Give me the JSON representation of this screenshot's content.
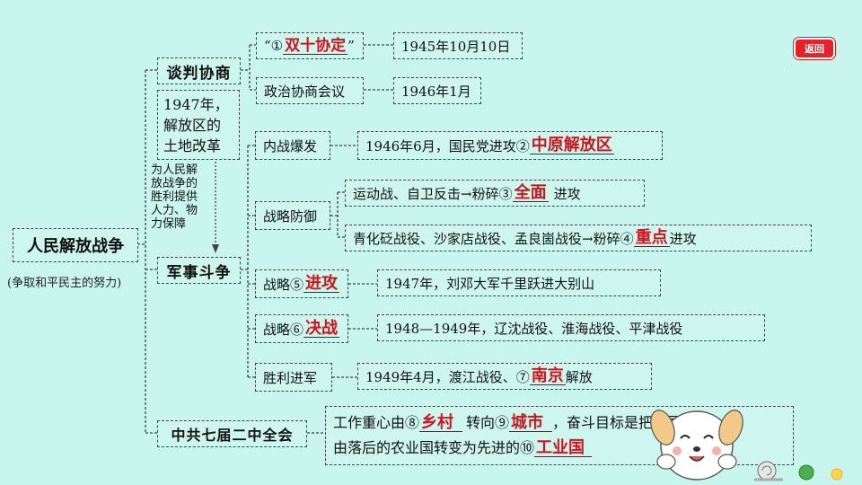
{
  "root": {
    "title": "人民解放战争",
    "subtitle": "(争取和平民主的努力)"
  },
  "back_button": "返回",
  "branches": {
    "negotiation": "谈判协商",
    "land_reform": "1947年，解放区的土地改革",
    "land_reform_lines": [
      "1947年，",
      "解放区的",
      "土地改革"
    ],
    "support_note_lines": [
      "为人民解",
      "放战争的",
      "胜利提供",
      "人力、物",
      "力保障"
    ],
    "military": "军事斗争",
    "plenum": "中共七届二中全会"
  },
  "negotiation_items": [
    {
      "prefix": "“①",
      "answer": "双十协定",
      "suffix": "”",
      "detail": "1945年10月10日"
    },
    {
      "label": "政治协商会议",
      "detail": "1946年1月"
    }
  ],
  "military_items": {
    "civil_war": {
      "label": "内战爆发",
      "detail_prefix": "1946年6月，国民党进攻②",
      "answer": "中原解放区"
    },
    "defense": {
      "label": "战略防御",
      "line1_prefix": "运动战、自卫反击→粉碎③",
      "line1_answer": "全面",
      "line1_suffix": "进攻",
      "line2_prefix": "青化砭战役、沙家店战役、孟良崮战役→粉碎④",
      "line2_answer": "重点",
      "line2_suffix": "进攻"
    },
    "offense": {
      "prefix": "战略⑤",
      "answer": "进攻",
      "detail": "1947年，刘邓大军千里跃进大别山"
    },
    "decisive": {
      "prefix": "战略⑥",
      "answer": "决战",
      "detail": "1948—1949年，辽沈战役、淮海战役、平津战役"
    },
    "victory": {
      "label": "胜利进军",
      "detail_prefix": "1949年4月，渡江战役、⑦",
      "answer": "南京",
      "detail_suffix": "解放"
    }
  },
  "plenum_detail": {
    "line1_a": "工作重心由⑧",
    "answer8": "乡村",
    "line1_b": "转向⑨",
    "answer9": "城市",
    "line1_c": "，奋斗目标是把中国逐渐",
    "line2_a": "由落后的农业国转变为先进的⑩",
    "answer10": "工业国"
  },
  "colors": {
    "background": "#c8f5ee",
    "answer": "#d0141e",
    "back_button": "#e8202a"
  }
}
